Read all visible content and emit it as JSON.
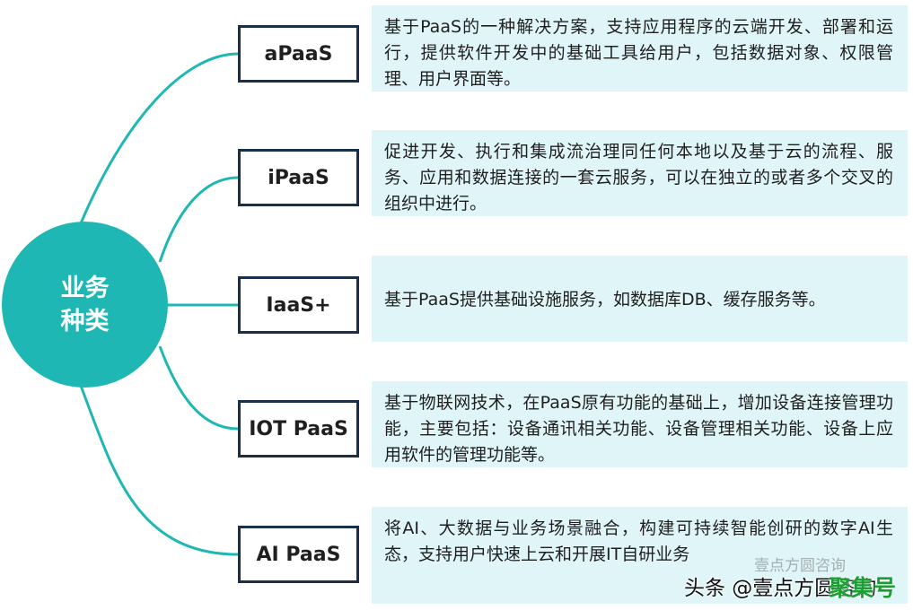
{
  "hub": {
    "line1": "业务",
    "line2": "种类"
  },
  "items": [
    {
      "label": "aPaaS",
      "description": "基于PaaS的一种解决方案，支持应用程序的云端开发、部署和运行，提供软件开发中的基础工具给用户，包括数据对象、权限管理、用户界面等。"
    },
    {
      "label": "iPaaS",
      "description": "促进开发、执行和集成流治理同任何本地以及基于云的流程、服务、应用和数据连接的一套云服务，可以在独立的或者多个交叉的组织中进行。"
    },
    {
      "label": "IaaS+",
      "description": "基于PaaS提供基础设施服务，如数据库DB、缓存服务等。"
    },
    {
      "label": "IOT PaaS",
      "description": "基于物联网技术，在PaaS原有功能的基础上，增加设备连接管理功能，主要包括：设备通讯相关功能、设备管理相关功能、设备上应用软件的管理功能等。"
    },
    {
      "label": "AI PaaS",
      "description": "将AI、大数据与业务场景融合，构建可持续智能创研的数字AI生态，支持用户快速上云和开展IT自研业务"
    }
  ],
  "watermark": {
    "text": "头条 @壹点方圆咨询",
    "logo": "聚集号",
    "ghost": "壹点方圆咨询"
  },
  "colors": {
    "hub": "#1fb7b4",
    "connector": "#1fb7b4",
    "label_border": "#1a2f4a",
    "desc_bg": "#dff5f8"
  }
}
